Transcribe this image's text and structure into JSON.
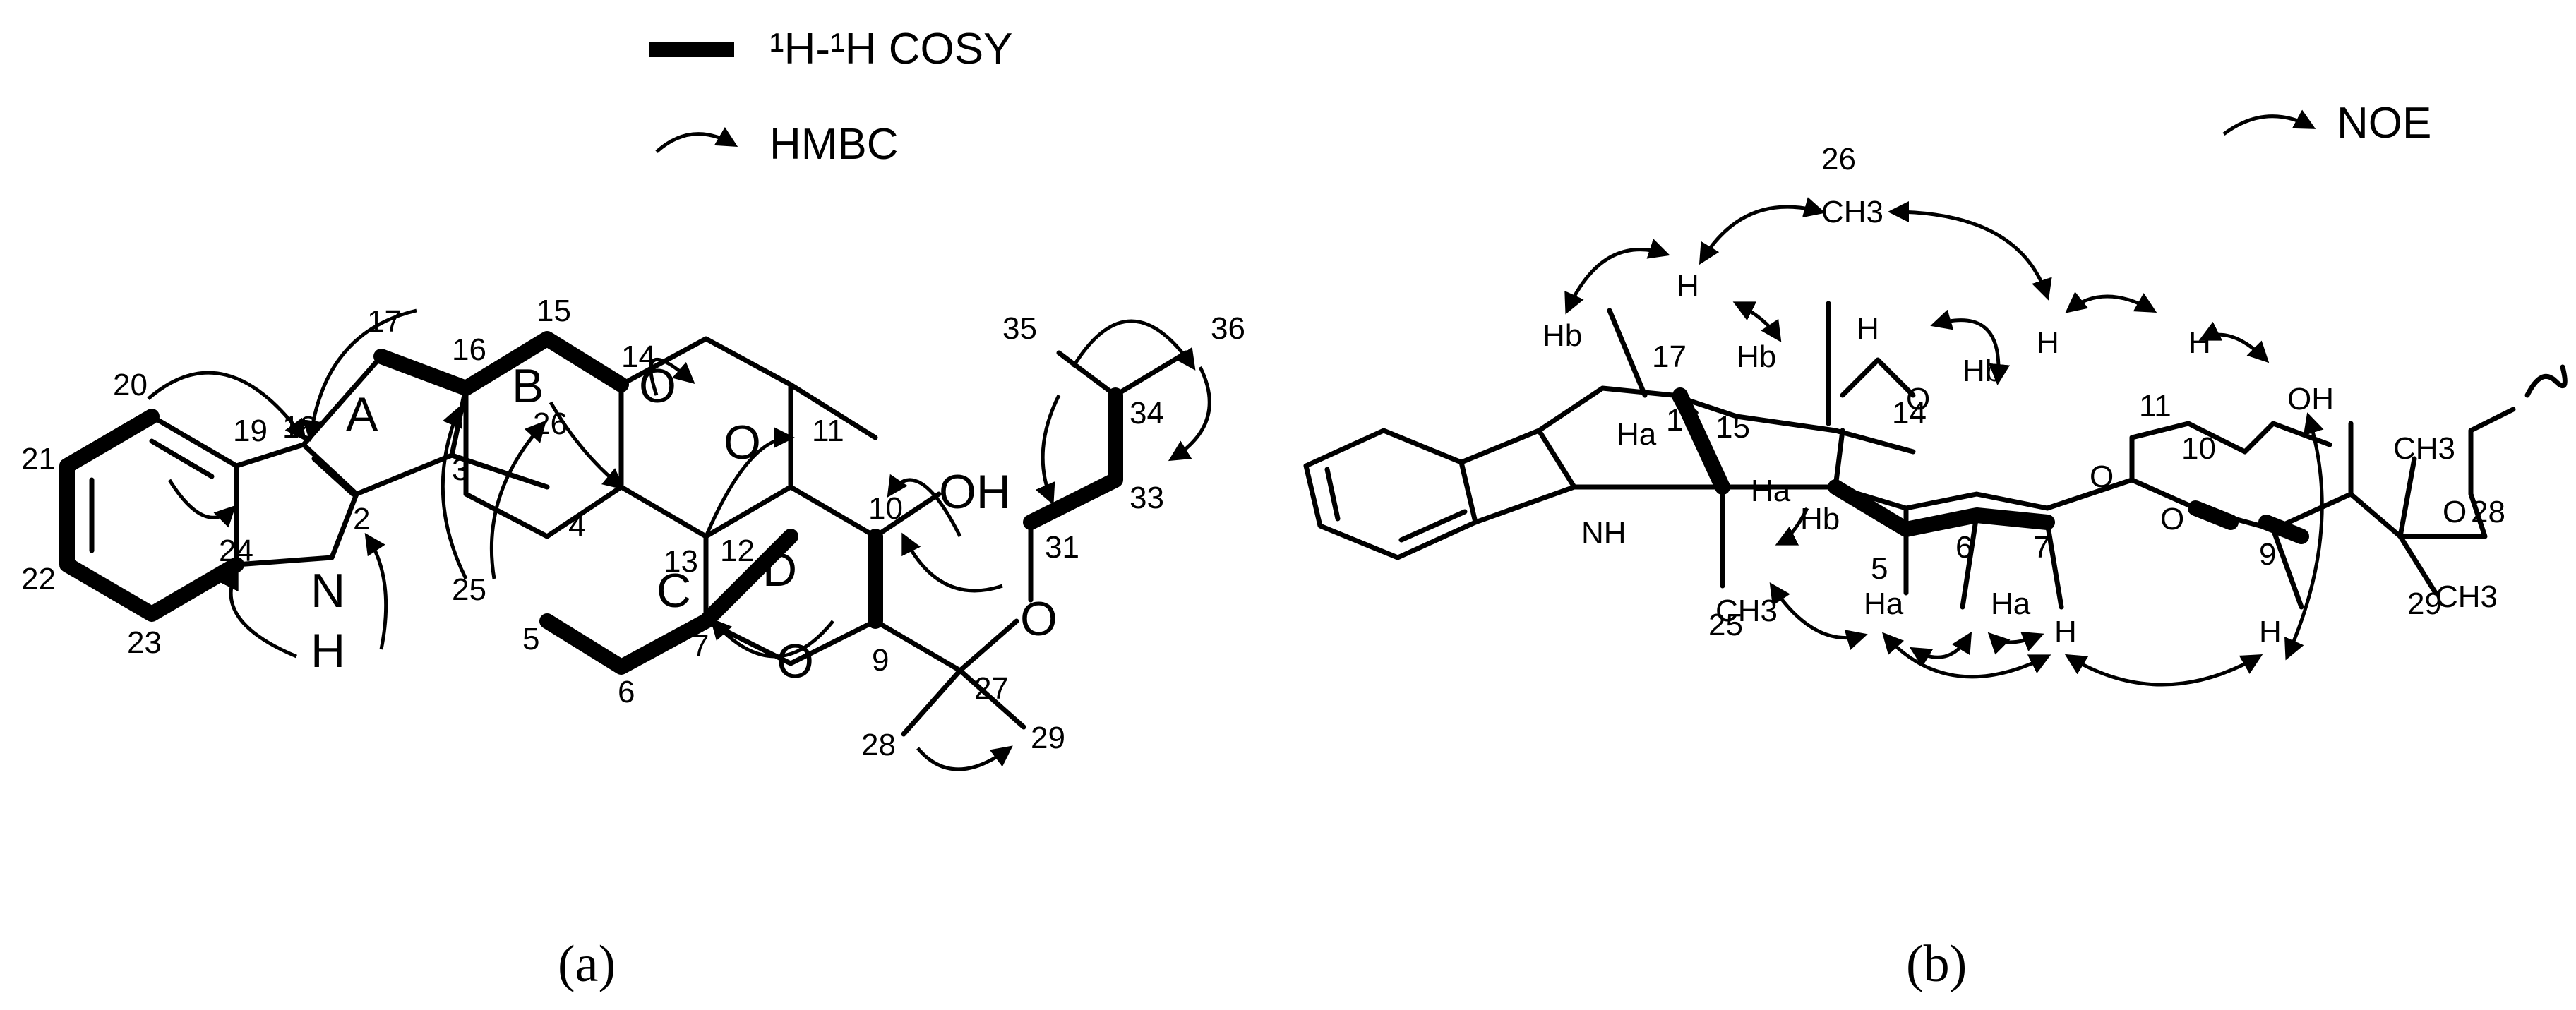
{
  "legend_a": {
    "cosy_label": "¹H-¹H COSY",
    "hmbc_label": "HMBC"
  },
  "legend_b": {
    "noe_label": "NOE"
  },
  "panel_a": {
    "caption": "(a)",
    "ring_labels": [
      "A",
      "B",
      "C",
      "D"
    ],
    "atom_labels": [
      "2",
      "3",
      "4",
      "5",
      "6",
      "7",
      "9",
      "10",
      "11",
      "12",
      "13",
      "14",
      "15",
      "16",
      "17",
      "18",
      "19",
      "20",
      "21",
      "22",
      "23",
      "24",
      "25",
      "26",
      "27",
      "28",
      "29",
      "31",
      "33",
      "34",
      "35",
      "36"
    ],
    "heteroatoms": {
      "nh_n": "N",
      "nh_h": "H",
      "o_ring": "O",
      "o_epox": "O",
      "o_keto": "O",
      "oh": "OH",
      "o_ether": "O"
    }
  },
  "panel_b": {
    "caption": "(b)",
    "atom_labels": [
      "5",
      "6",
      "7",
      "9",
      "10",
      "11",
      "14",
      "15",
      "16",
      "17",
      "25",
      "26",
      "28",
      "29"
    ],
    "group_labels": {
      "ch3_26": "CH3",
      "ch3_25": "CH3",
      "ch3_28": "CH3",
      "ch3_29": "CH3",
      "nh": "NH",
      "oh": "OH"
    },
    "proton_labels": {
      "h16": "H",
      "hb15": "Hb",
      "hb17": "Hb",
      "ha17": "Ha",
      "ha15": "Ha",
      "h14": "H",
      "hb6": "Hb",
      "hb5": "Hb",
      "ha5": "Ha",
      "ha6": "Ha",
      "h7": "H",
      "h11": "H",
      "h10": "H",
      "h9": "H"
    },
    "ring_oxygens": {
      "o14": "O",
      "o11": "O",
      "o9": "O",
      "o29": "O"
    }
  }
}
